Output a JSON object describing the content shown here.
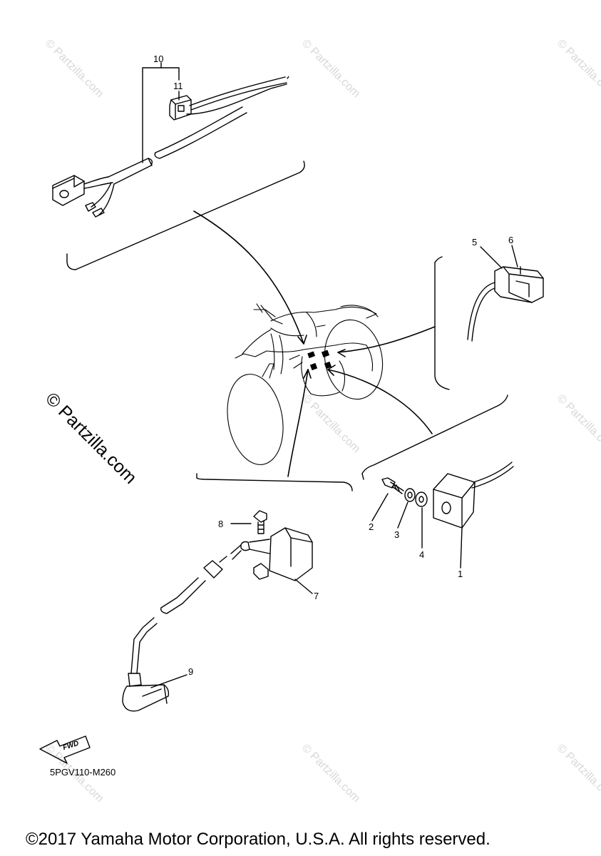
{
  "watermarks": {
    "small": "© Partzilla.com",
    "large": "© Partzilla.com"
  },
  "callouts": {
    "c1": "1",
    "c2": "2",
    "c3": "3",
    "c4": "4",
    "c5": "5",
    "c6": "6",
    "c7": "7",
    "c8": "8",
    "c9": "9",
    "c10": "10",
    "c11": "11"
  },
  "fwd_label": "FWD",
  "diagram_code": "5PGV110-M260",
  "copyright": "©2017 Yamaha Motor Corporation, U.S.A. All rights reserved."
}
